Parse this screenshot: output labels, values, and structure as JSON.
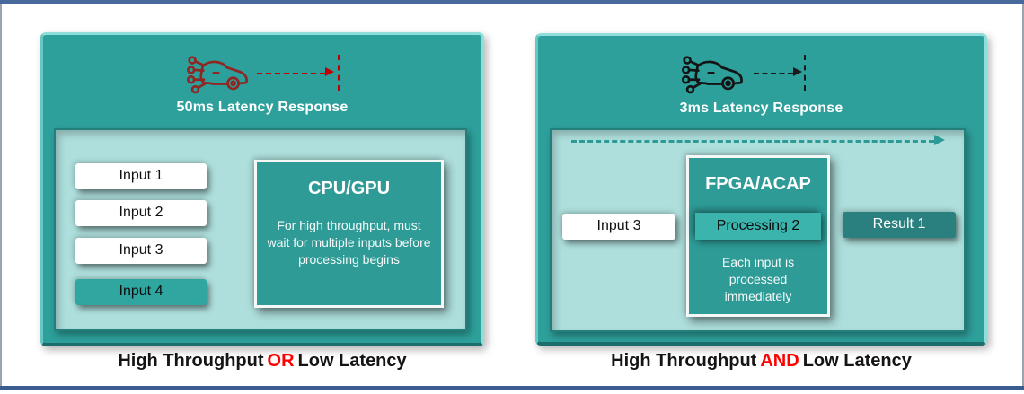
{
  "left_panel": {
    "latency_label": "50ms Latency Response",
    "inputs": [
      "Input 1",
      "Input 2",
      "Input 3",
      "Input 4"
    ],
    "processor_title": "CPU/GPU",
    "processor_description": "For high throughput, must wait for multiple inputs before processing begins",
    "caption_pre": "High Throughput",
    "caption_conjunction": "OR",
    "caption_post": "Low Latency"
  },
  "right_panel": {
    "latency_label": "3ms Latency Response",
    "input_label": "Input 3",
    "processor_title": "FPGA/ACAP",
    "processing_label": "Processing 2",
    "processor_description": "Each input is processed immediately",
    "result_label": "Result 1",
    "caption_pre": "High Throughput",
    "caption_conjunction": "AND",
    "caption_post": "Low Latency"
  },
  "colors": {
    "panel_teal": "#2ea09b",
    "inner_panel": "#aedfdc",
    "processor_box": "#2e9b96",
    "processing_highlight": "#3bb4ad",
    "result_box": "#2a807e",
    "input4_box": "#2fa6a0",
    "car_red": "#8f2723",
    "car_black": "#141414",
    "arrow_red": "#c00000",
    "pipeline_teal": "#2c9a95",
    "accent_red": "#ff0000",
    "frame_top_bar": "#47699b",
    "frame_bottom_bar": "#3a5c8e"
  }
}
